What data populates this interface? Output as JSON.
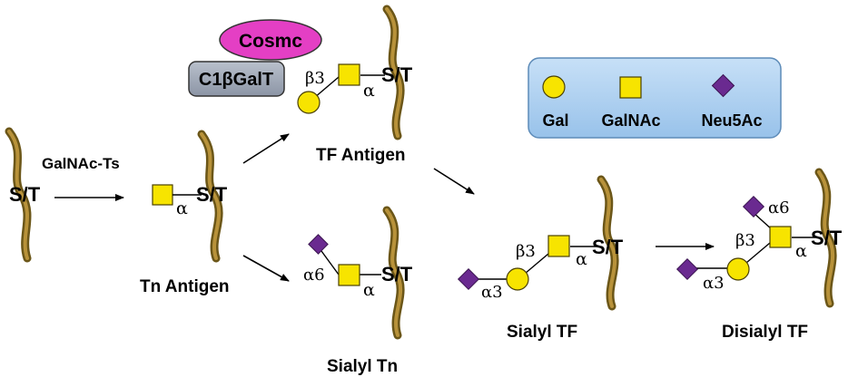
{
  "enzymes": {
    "cosmc": "Cosmc",
    "c1galt": "C1βGalT",
    "galnac_ts": "GalNAc-Ts"
  },
  "site_label": "S/T",
  "linkages": {
    "alpha": "α",
    "beta3": "β3",
    "alpha3": "α3",
    "alpha6": "α6"
  },
  "antigens": {
    "tn": "Tn Antigen",
    "tf": "TF Antigen",
    "sialyl_tn": "Sialyl Tn",
    "sialyl_tf": "Sialyl TF",
    "disialyl_tf": "Disialyl TF"
  },
  "legend": {
    "gal": "Gal",
    "galnac": "GalNAc",
    "neu5ac": "Neu5Ac"
  },
  "colors": {
    "sugar_yellow": "#f7e400",
    "sialic_purple": "#6a2a90",
    "cosmc_pink": "#e43fc4",
    "enzyme_gray": "#9aa3b5",
    "legend_blue": "#a9cdef",
    "peptide_brown": "#8b6d1e"
  }
}
